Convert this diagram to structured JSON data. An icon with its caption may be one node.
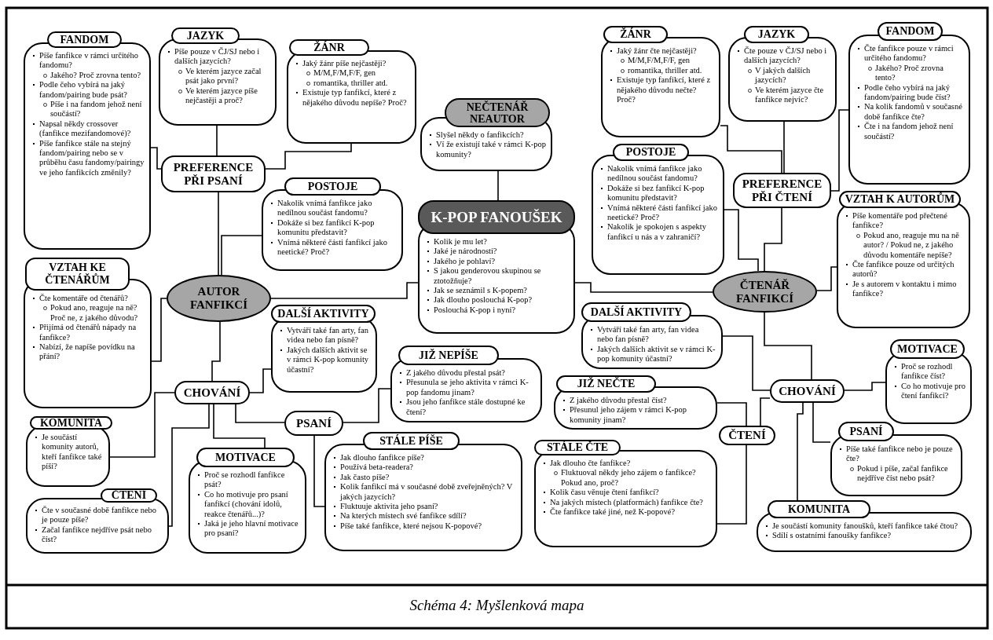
{
  "diagram": {
    "caption": "Schéma 4: Myšlenková mapa",
    "nodes": [
      {
        "text": [
          "K-POP FANOUŠEK",
          "Kolik je mu let?",
          "Jaké je národnosti?",
          "Jakého je pohlaví?",
          "S jakou genderovou skupinou se ztotožňuje?",
          "Jak se seznámil s K-popem?",
          "Jak dlouho poslouchá K-pop?",
          "Poslouchá K-pop i nyní?"
        ]
      },
      {
        "text": [
          "NEČTENÁŘ NEAUTOR",
          "Slyšel někdy o fanfikcích?",
          "Ví že existují také v rámci K-pop komunity?"
        ]
      },
      {
        "text": [
          "AUTOR FANFIKCÍ"
        ]
      },
      {
        "text": [
          "PREFERENCE PŘI PSANÍ"
        ]
      },
      {
        "text": [
          "FANDOM",
          "Píše fanfikce v rámci určitého fandomu?",
          "Jakého? Proč zrovna tento?",
          "Podle čeho vybírá na jaký fandom/pairing bude psát?",
          "Píše i na fandom jehož není součástí?",
          "Napsal někdy crossover (fanfikce mezifandomové)?",
          "Píše fanfikce stále na stejný fandom/pairing nebo se v průběhu času fandomy/pairingy ve jeho fanfikcích změnily?"
        ]
      },
      {
        "text": [
          "JAZYK",
          "Píše pouze v ČJ/SJ nebo i dalších jazycích?",
          "Ve kterém jazyce začal psát jako první?",
          "Ve kterém jazyce píše nejčastěji a proč?"
        ]
      },
      {
        "text": [
          "ŽÁNR",
          "Jaký žánr píše nejčastěji?",
          "M/M,F/M,F/F, gen",
          "romantika, thriller atd.",
          "Existuje typ fanfikcí, které z nějakého důvodu nepíše? Proč?"
        ]
      },
      {
        "text": [
          "POSTOJE",
          "Nakolik vnímá fanfikce jako nedílnou součást fandomu?",
          "Dokáže si bez fanfikcí K-pop komunitu představit?",
          "Vnímá některé části fanfikcí jako neetické? Proč?"
        ]
      },
      {
        "text": [
          "VZTAH KE ČTENÁŘŮM",
          "Čte komentáře od čtenářů?",
          "Pokud ano, reaguje na ně? Proč ne, z jakého důvodu?",
          "Přijímá od čtenářů nápady na fanfikce?",
          "Nabízí, že napíše povídku na přání?"
        ]
      },
      {
        "text": [
          "CHOVÁNÍ"
        ]
      },
      {
        "text": [
          "DALŠÍ AKTIVITY",
          "Vytváří také fan arty, fan videa nebo fan písně?",
          "Jakých dalších aktivit se v rámci K-pop komunity účastní?"
        ]
      },
      {
        "text": [
          "PSANÍ"
        ]
      },
      {
        "text": [
          "JIŽ NEPÍŠE",
          "Z jakého důvodu přestal psát?",
          "Přesunula se jeho aktivita v rámci K-pop fandomu jinam?",
          "Jsou jeho fanfikce stále dostupné ke čtení?"
        ]
      },
      {
        "text": [
          "STÁLE PÍŠE",
          "Jak dlouho fanfikce píše?",
          "Používá beta-readera?",
          "Jak často píše?",
          "Kolik fanfikcí má v současné době zveřejněných? V jakých jazycích?",
          "Fluktuuje aktivita jeho psaní?",
          "Na kterých místech své fanfikce sdílí?",
          "Píše také fanfikce, které nejsou K-popové?"
        ]
      },
      {
        "text": [
          "MOTIVACE",
          "Proč se rozhodl fanfikce psát?",
          "Co ho motivuje pro psaní fanfikcí (chování idolů, reakce čtenářů...)?",
          "Jaká je jeho hlavní motivace pro psaní?"
        ]
      },
      {
        "text": [
          "KOMUNITA",
          "Je součástí komunity autorů, kteří fanfikce také píší?"
        ]
      },
      {
        "text": [
          "ČTENÍ",
          "Čte v současné době fanfikce nebo je pouze píše?",
          "Začal fanfikce nejdříve psát nebo číst?"
        ]
      },
      {
        "text": [
          "ČTENÁŘ FANFIKCÍ"
        ]
      },
      {
        "text": [
          "PREFERENCE PŘI ČTENÍ"
        ]
      },
      {
        "text": [
          "ŽÁNR",
          "Jaký žánr čte nejčastěji?",
          "M/M,F/M,F/F, gen",
          "romantika, thriller atd.",
          "Existuje typ fanfikcí, které z nějakého důvodu nečte? Proč?"
        ]
      },
      {
        "text": [
          "JAZYK",
          "Čte pouze v ČJ/SJ nebo i dalších jazycích?",
          "V jakých dalších jazycích?",
          "Ve kterém jazyce čte fanfikce nejvíc?"
        ]
      },
      {
        "text": [
          "FANDOM",
          "Čte fanfikce pouze v rámci určitého fandomu?",
          "Jakého? Proč zrovna tento?",
          "Podle čeho vybírá na jaký fandom/pairing bude číst?",
          "Na kolik fandomů v současné době fanfikce čte?",
          "Čte i na fandom jehož není součástí?"
        ]
      },
      {
        "text": [
          "POSTOJE",
          "Nakolik vnímá fanfikce jako nedílnou součást fandomu?",
          "Dokáže si bez fanfikcí K-pop komunitu představit?",
          "Vnímá některé části fanfikcí jako neetické? Proč?",
          "Nakolik je spokojen s aspekty fanfikcí u nás a v zahraničí?"
        ]
      },
      {
        "text": [
          "VZTAH K AUTORŮM",
          "Píše komentáře pod přečtené fanfikce?",
          "Pokud ano, reaguje mu na ně autor? / Pokud ne, z jakého důvodu komentáře nepíše?",
          "Čte fanfikce pouze od určitých autorů?",
          "Je s autorem v kontaktu i mimo fanfikce?"
        ]
      },
      {
        "text": [
          "CHOVÁNÍ"
        ]
      },
      {
        "text": [
          "DALŠÍ AKTIVITY",
          "Vytváří také fan arty, fan videa nebo fan písně?",
          "Jakých dalších aktivit se v rámci K-pop komunity účastní?"
        ]
      },
      {
        "text": [
          "ČTENÍ"
        ]
      },
      {
        "text": [
          "JIŽ NEČTE",
          "Z jakého důvodu přestal číst?",
          "Přesunul jeho zájem v rámci K-pop komunity jinam?"
        ]
      },
      {
        "text": [
          "STÁLE ČTE",
          "Jak dlouho čte fanfikce?",
          "Fluktuoval někdy jeho zájem o fanfikce? Pokud ano, proč?",
          "Kolik času věnuje čtení fanfikcí?",
          "Na jakých místech (platformách) fanfikce čte?",
          "Čte fanfikce také jiné, než K-popové?"
        ]
      },
      {
        "text": [
          "MOTIVACE",
          "Proč se rozhodl fanfikce číst?",
          "Co ho motivuje pro čtení fanfikcí?"
        ]
      },
      {
        "text": [
          "PSANÍ",
          "Píše také fanfikce nebo je pouze čte?",
          "Pokud i píše, začal fanfikce nejdříve číst nebo psát?"
        ]
      },
      {
        "text": [
          "KOMUNITA",
          "Je součástí komunity fanoušků, kteří fanfikce také čtou?",
          "Sdílí s ostatními fanoušky fanfikce?"
        ]
      }
    ],
    "edges": [
      {
        "from": 0,
        "to": 1,
        "arrow": "none"
      },
      {
        "from": 0,
        "to": 2,
        "arrow": "none"
      },
      {
        "from": 0,
        "to": 17,
        "arrow": "none"
      },
      {
        "from": 2,
        "to": 3,
        "arrow": "none"
      },
      {
        "from": 3,
        "to": 4,
        "arrow": "none"
      },
      {
        "from": 3,
        "to": 5,
        "arrow": "none"
      },
      {
        "from": 3,
        "to": 6,
        "arrow": "none"
      },
      {
        "from": 2,
        "to": 7,
        "arrow": "none"
      },
      {
        "from": 2,
        "to": 8,
        "arrow": "none"
      },
      {
        "from": 2,
        "to": 9,
        "arrow": "none"
      },
      {
        "from": 9,
        "to": 10,
        "arrow": "none"
      },
      {
        "from": 9,
        "to": 11,
        "arrow": "none"
      },
      {
        "from": 11,
        "to": 12,
        "arrow": "none"
      },
      {
        "from": 11,
        "to": 13,
        "arrow": "none"
      },
      {
        "from": 9,
        "to": 14,
        "arrow": "none"
      },
      {
        "from": 9,
        "to": 15,
        "arrow": "none"
      },
      {
        "from": 9,
        "to": 16,
        "arrow": "none"
      },
      {
        "from": 17,
        "to": 18,
        "arrow": "none"
      },
      {
        "from": 18,
        "to": 19,
        "arrow": "none"
      },
      {
        "from": 18,
        "to": 20,
        "arrow": "none"
      },
      {
        "from": 18,
        "to": 21,
        "arrow": "none"
      },
      {
        "from": 17,
        "to": 22,
        "arrow": "none"
      },
      {
        "from": 17,
        "to": 23,
        "arrow": "none"
      },
      {
        "from": 17,
        "to": 24,
        "arrow": "none"
      },
      {
        "from": 24,
        "to": 25,
        "arrow": "none"
      },
      {
        "from": 24,
        "to": 26,
        "arrow": "none"
      },
      {
        "from": 26,
        "to": 27,
        "arrow": "none"
      },
      {
        "from": 26,
        "to": 28,
        "arrow": "none"
      },
      {
        "from": 24,
        "to": 29,
        "arrow": "none"
      },
      {
        "from": 24,
        "to": 30,
        "arrow": "none"
      },
      {
        "from": 24,
        "to": 31,
        "arrow": "none"
      }
    ]
  }
}
